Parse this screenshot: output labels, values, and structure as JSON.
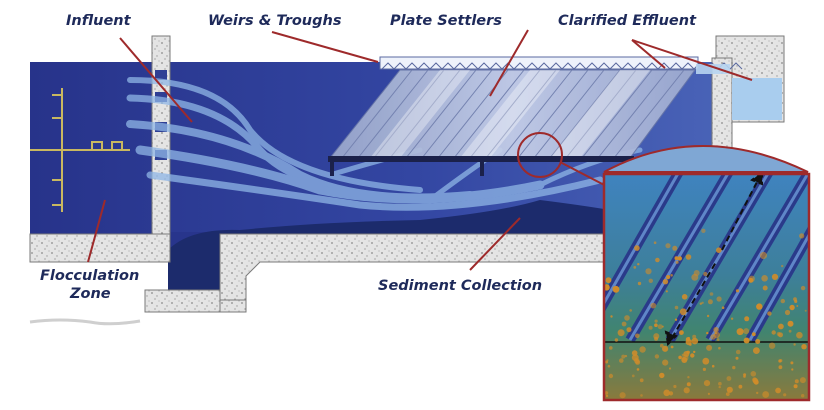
{
  "labels": {
    "influent": "Influent",
    "weirs_troughs": "Weirs & Troughs",
    "plate_settlers": "Plate Settlers",
    "clarified_effluent": "Clarified Effluent",
    "flocculation_line1": "Flocculation",
    "flocculation_line2": "Zone",
    "sediment_collection": "Sediment Collection"
  },
  "colors": {
    "tank_water": "#2f3f94",
    "concrete": "#e2e2e2",
    "callout_line": "#9e2a2b",
    "label_text": "#1e2a5a",
    "sludge": "#1b2a6a",
    "particle": "#d08c2a"
  }
}
